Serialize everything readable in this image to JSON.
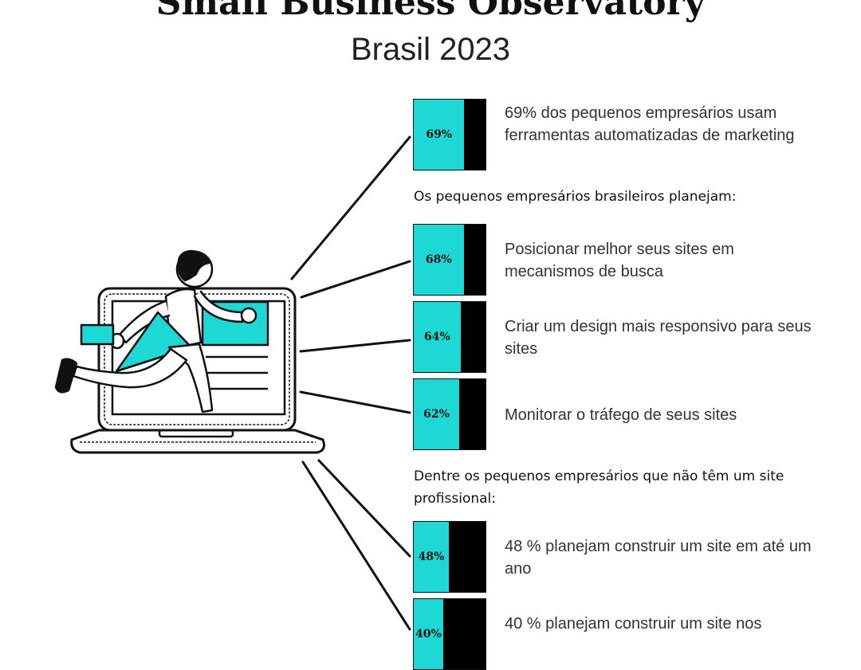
{
  "header": {
    "title": "Small Business Observatory",
    "subtitle": "Brasil 2023"
  },
  "sections": {
    "plans_label": "Os pequenos empresários brasileiros planejam:",
    "nosite_label": "Dentre os pequenos empresários que não têm um site profissional:"
  },
  "colors": {
    "accent": "#1ed8d6",
    "bar_bg": "#000000"
  },
  "chart_data": {
    "type": "bar",
    "items": [
      {
        "label": "69%",
        "value": 69,
        "text": "69% dos pequenos empresários usam ferramentas automatizadas de marketing"
      },
      {
        "label": "68%",
        "value": 68,
        "text": "Posicionar melhor seus sites em mecanismos de busca"
      },
      {
        "label": "64%",
        "value": 64,
        "text": "Criar um design mais responsivo para seus sites"
      },
      {
        "label": "62%",
        "value": 62,
        "text": "Monitorar o tráfego de seus sites"
      },
      {
        "label": "48%",
        "value": 48,
        "text": "48 % planejam construir um site em até um ano"
      },
      {
        "label": "40%",
        "value": 40,
        "text": "40 % planejam construir um site nos"
      }
    ]
  }
}
